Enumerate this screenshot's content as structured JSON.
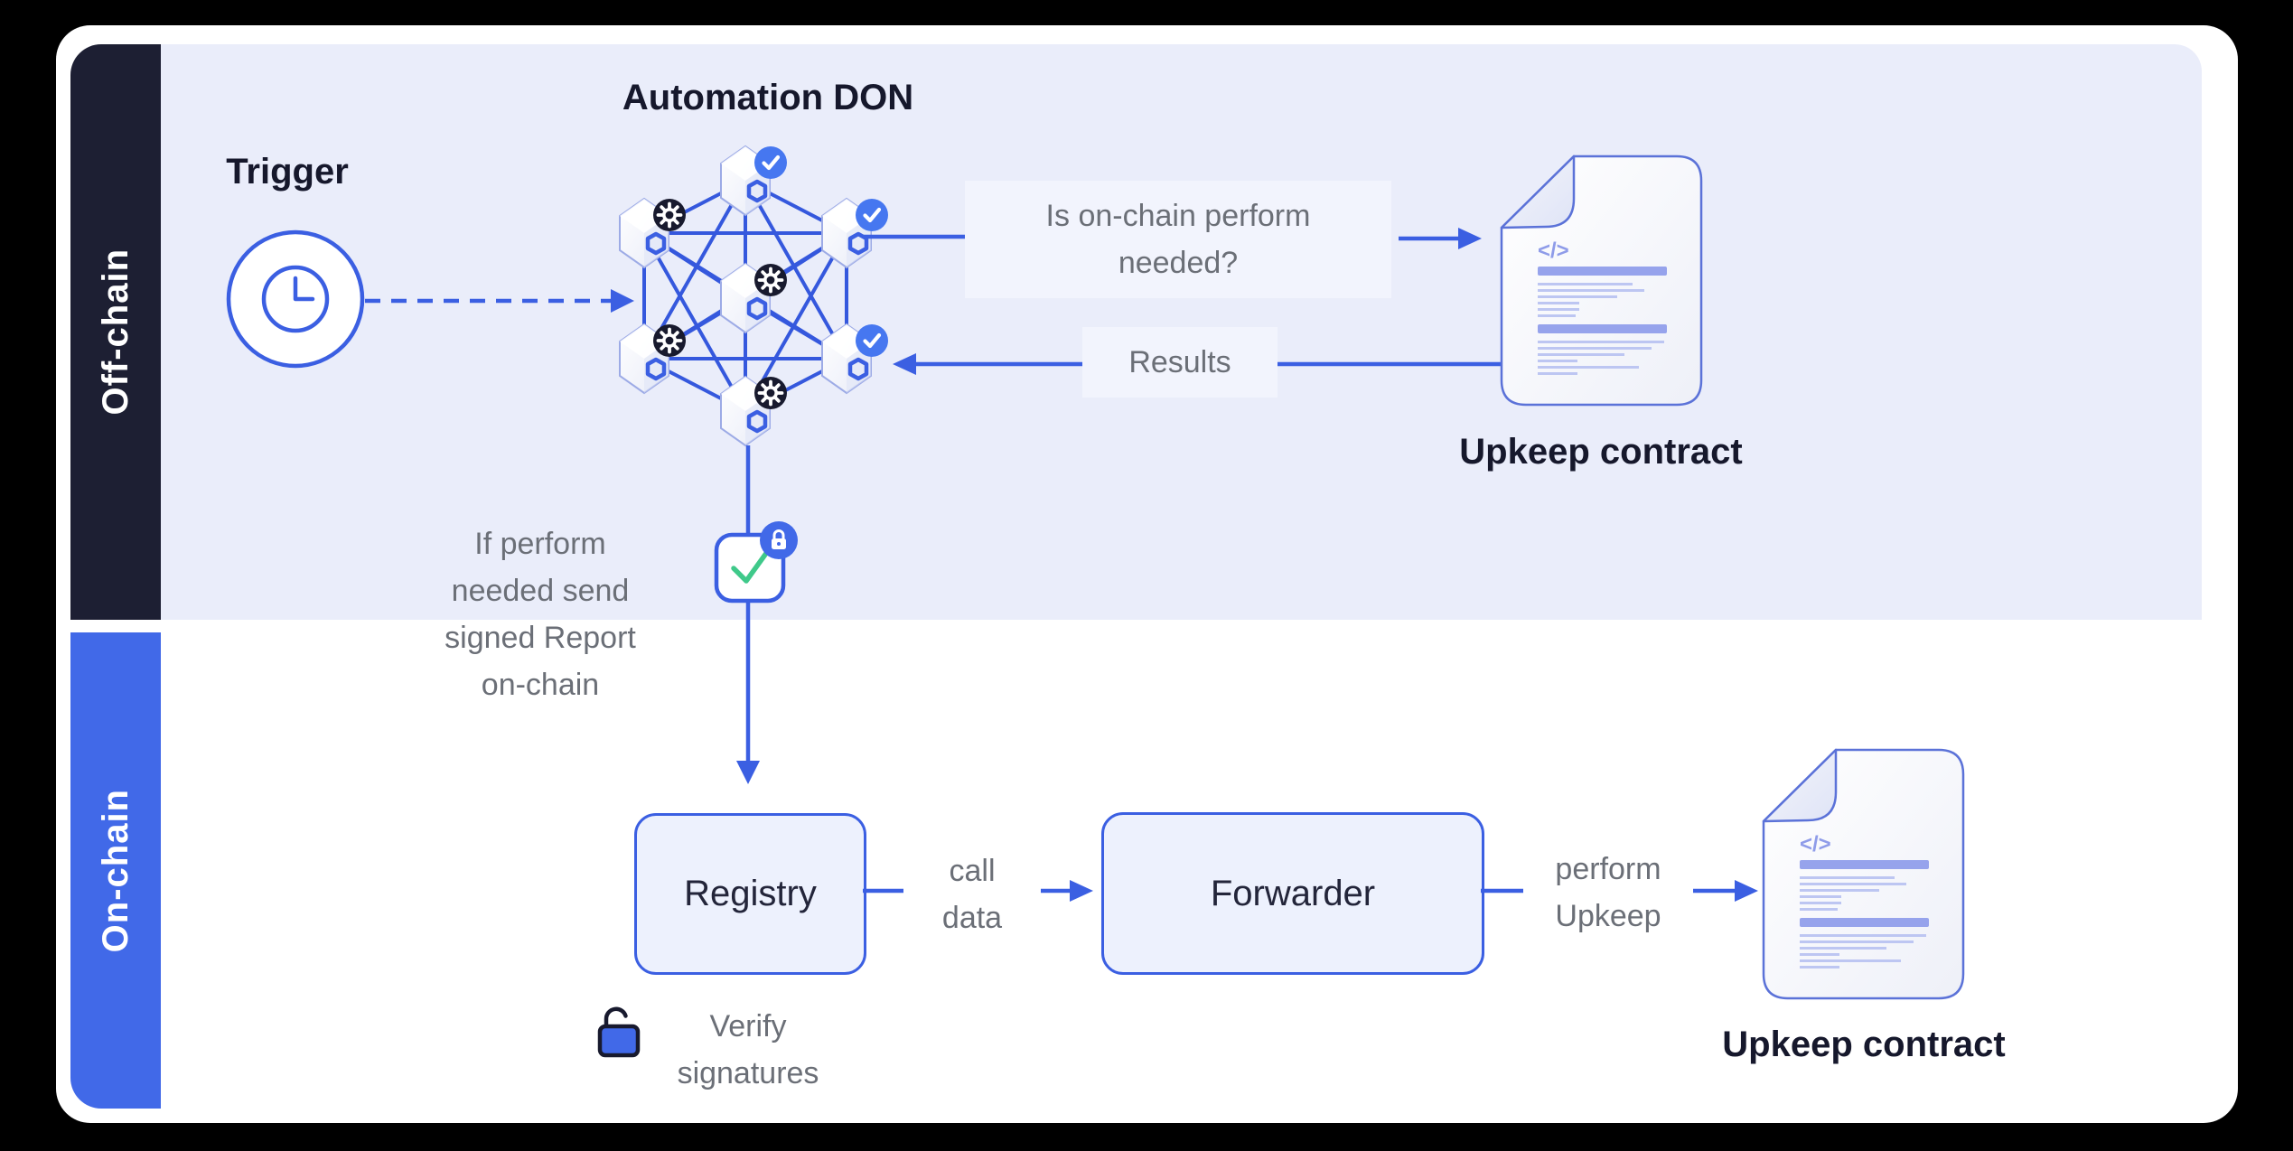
{
  "colors": {
    "accent_blue": "#3b5fe2",
    "mesh_blue": "#3558dd",
    "sidebar_dark": "#1d1f33",
    "sidebar_blue": "#4169e8",
    "panel_lavender": "#eaedfa",
    "badge_check_blue": "#4677f0",
    "badge_gear_dark": "#181a2e",
    "check_green": "#3fc98a",
    "gray_text": "#6b6f77",
    "heading_dark": "#16182c"
  },
  "sidebar": {
    "offchain_label": "Off-chain",
    "onchain_label": "On-chain"
  },
  "offchain": {
    "trigger_label": "Trigger",
    "don_title": "Automation DON",
    "question": [
      "Is on-chain perform",
      "needed?"
    ],
    "results_label": "Results",
    "upkeep_contract_label": "Upkeep contract",
    "report_note": [
      "If perform",
      "needed send",
      "signed Report",
      "on-chain"
    ]
  },
  "onchain": {
    "registry_label": "Registry",
    "call_data": [
      "call",
      "data"
    ],
    "forwarder_label": "Forwarder",
    "perform_upkeep": [
      "perform",
      "Upkeep"
    ],
    "upkeep_contract_label": "Upkeep contract",
    "verify_signatures": [
      "Verify",
      "signatures"
    ]
  },
  "doc_icon": {
    "code_glyph": "</>"
  }
}
